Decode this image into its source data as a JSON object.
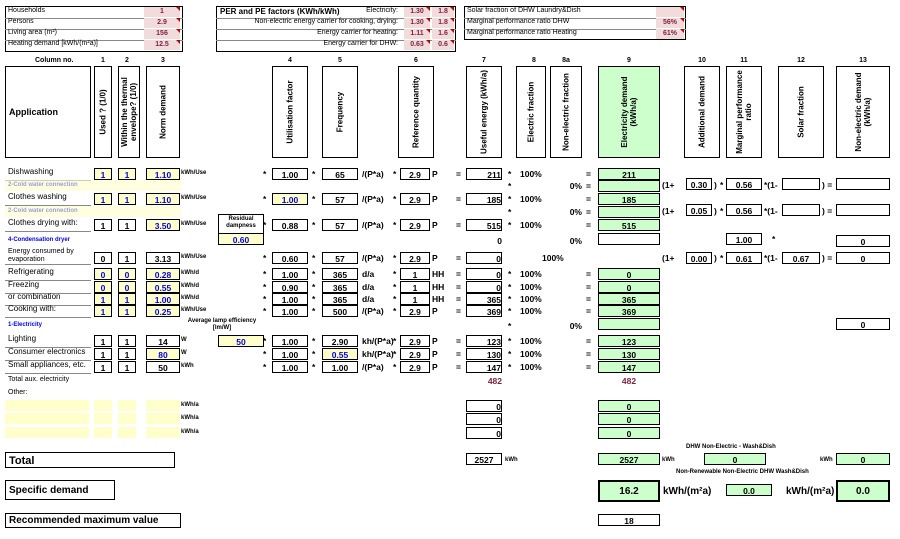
{
  "top_left": [
    {
      "label": "Households",
      "value": "1"
    },
    {
      "label": "Persons",
      "value": "2.9"
    },
    {
      "label": "Living area (m²)",
      "value": "156"
    },
    {
      "label": "Heating demand [kWh/(m²a)]",
      "value": "12.5"
    }
  ],
  "per": {
    "title": "PER and PE factors (KWh/kWh)",
    "rows": [
      {
        "label": "Electricity:",
        "v1": "1.30",
        "v2": "1.8"
      },
      {
        "label": "Non-electric energy carrier for cooking, drying:",
        "v1": "1.30",
        "v2": "1.8"
      },
      {
        "label": "Energy carrier for heating:",
        "v1": "1.11",
        "v2": "1.6"
      },
      {
        "label": "Energy carrier for DHW:",
        "v1": "0.63",
        "v2": "0.6"
      }
    ]
  },
  "solar": {
    "rows": [
      {
        "label": "Solar fraction of DHW Laundry&Dish",
        "value": ""
      },
      {
        "label": "Marginal performance ratio DHW",
        "value": "56%"
      },
      {
        "label": "Marginal performance ratio Heating",
        "value": "61%"
      }
    ]
  },
  "colno_label": "Column no.",
  "colnums": [
    "1",
    "2",
    "3",
    "4",
    "5",
    "6",
    "7",
    "8",
    "8a",
    "9",
    "10",
    "11",
    "12",
    "13"
  ],
  "headers": {
    "application": "Application",
    "used": "Used ? (1/0)",
    "within": "Within the thermal envelope? (1/0)",
    "norm": "Norm demand",
    "util": "Utilisation factor",
    "freq": "Frequency",
    "ref": "Reference quantity",
    "useful": "Useful energy (kWh/a)",
    "elfrac": "Electric fraction",
    "nonelfrac": "Non-electric fraction",
    "eldemand": "Electricity demand (kWh/a)",
    "addl": "Additional demand",
    "marginal": "Marginal performance ratio",
    "solarfrac": "Solar fraction",
    "nonel": "Non-electric demand (kWh/a)"
  },
  "rows": {
    "dish": {
      "label": "Dishwashing",
      "used": "1",
      "within": "1",
      "norm": "1.10",
      "unit": "kWh/Use",
      "util": "1.00",
      "freq": "65",
      "per": "/(P*a)",
      "ref": "2.9",
      "refu": "P",
      "useful": "211",
      "elf": "100%",
      "eld": "211"
    },
    "dish_sub": {
      "label": "2-Cold water connection",
      "nonelf": "0%",
      "addl": "0.30",
      "marg": "0.56"
    },
    "cloth": {
      "label": "Clothes washing",
      "used": "1",
      "within": "1",
      "norm": "1.10",
      "unit": "kWh/Use",
      "util": "1.00",
      "freq": "57",
      "per": "/(P*a)",
      "ref": "2.9",
      "refu": "P",
      "useful": "185",
      "elf": "100%",
      "eld": "185"
    },
    "cloth_sub": {
      "label": "2-Cold water connection",
      "nonelf": "0%",
      "addl": "0.05",
      "marg": "0.56"
    },
    "dry": {
      "label": "Clothes drying with:",
      "used": "1",
      "within": "1",
      "norm": "3.50",
      "unit": "kWh/Use",
      "resid_label": "Residual dampness",
      "resid": "0.60",
      "util": "0.88",
      "freq": "57",
      "per": "/(P*a)",
      "ref": "2.9",
      "refu": "P",
      "useful": "515",
      "elf": "100%",
      "eld": "515"
    },
    "dry_sub": {
      "label": "4-Condensation dryer",
      "useful": "0",
      "nonelf": "0%",
      "marg": "1.00",
      "nonel": "0"
    },
    "evap": {
      "label": "Energy consumed by evaporation",
      "used": "0",
      "within": "1",
      "norm": "3.13",
      "unit": "kWh/Use",
      "util": "0.60",
      "freq": "57",
      "per": "/(P*a)",
      "ref": "2.9",
      "refu": "P",
      "useful": "0",
      "nonelf": "100%",
      "addl": "0.00",
      "marg": "0.61",
      "solar": "0.67",
      "nonel": "0"
    },
    "fridge": {
      "label": "Refrigerating",
      "used": "0",
      "within": "0",
      "norm": "0.28",
      "unit": "kWh/d",
      "util": "1.00",
      "freq": "365",
      "per": "d/a",
      "ref": "1",
      "refu": "HH",
      "useful": "0",
      "elf": "100%",
      "eld": "0"
    },
    "freeze": {
      "label": "Freezing",
      "used": "0",
      "within": "0",
      "norm": "0.55",
      "unit": "kWh/d",
      "util": "0.90",
      "freq": "365",
      "per": "d/a",
      "ref": "1",
      "refu": "HH",
      "useful": "0",
      "elf": "100%",
      "eld": "0"
    },
    "combo": {
      "label": "or combination",
      "used": "1",
      "within": "1",
      "norm": "1.00",
      "unit": "kWh/d",
      "util": "1.00",
      "freq": "365",
      "per": "d/a",
      "ref": "1",
      "refu": "HH",
      "useful": "365",
      "elf": "100%",
      "eld": "365"
    },
    "cook": {
      "label": "Cooking with:",
      "used": "1",
      "within": "1",
      "norm": "0.25",
      "unit": "kWh/Use",
      "util": "1.00",
      "freq": "500",
      "per": "/(P*a)",
      "ref": "2.9",
      "refu": "P",
      "useful": "369",
      "elf": "100%",
      "eld": "369"
    },
    "cook_sub": {
      "label": "1-Electricity",
      "lamp_label": "Average lamp efficiency [lm/W]",
      "nonelf": "0%",
      "nonel": "0"
    },
    "light": {
      "label": "Lighting",
      "used": "1",
      "within": "1",
      "norm": "14",
      "unit": "W",
      "lamp": "50",
      "util": "1.00",
      "freq": "2.90",
      "per": "kh/(P*a)",
      "ref": "2.9",
      "refu": "P",
      "useful": "123",
      "elf": "100%",
      "eld": "123"
    },
    "cons": {
      "label": "Consumer electronics",
      "used": "1",
      "within": "1",
      "norm": "80",
      "unit": "W",
      "util": "1.00",
      "freq": "0.55",
      "per": "kh/(P*a)",
      "ref": "2.9",
      "refu": "P",
      "useful": "130",
      "elf": "100%",
      "eld": "130"
    },
    "small": {
      "label": "Small appliances, etc.",
      "used": "1",
      "within": "1",
      "norm": "50",
      "unit": "kWh",
      "util": "1.00",
      "freq": "1.00",
      "per": "/(P*a)",
      "ref": "2.9",
      "refu": "P",
      "useful": "147",
      "elf": "100%",
      "eld": "147"
    },
    "aux": {
      "label": "Total aux. electricity",
      "useful": "482",
      "eld": "482"
    }
  },
  "other": {
    "label": "Other:",
    "units": [
      "kWh/a",
      "kWh/a",
      "kWh/a"
    ],
    "useful": [
      "0",
      "0",
      "0"
    ],
    "eld": [
      "0",
      "0",
      "0"
    ]
  },
  "total": {
    "label": "Total",
    "useful": "2527",
    "useful_unit": "kWh",
    "eld": "2527",
    "eld_unit": "kWh",
    "dhw_label": "DHW Non-Electric - Wash&Dish",
    "dhw": "0",
    "nonel_unit": "kWh",
    "nonel": "0"
  },
  "specific": {
    "label": "Specific demand",
    "eld": "16.2",
    "unit1": "kWh/(m²a)",
    "nr_label": "Non-Renewable Non-Electric DHW Wash&Dish",
    "nr": "0.0",
    "unit2": "kWh/(m²a)",
    "nonel": "0.0"
  },
  "recommended": {
    "label": "Recommended maximum value",
    "value": "18"
  },
  "symbols": {
    "star": "*",
    "eq": "=",
    "open": "(1+",
    "close": ")",
    "times": "*",
    "minus": "*(1-",
    "close2": ") ="
  }
}
